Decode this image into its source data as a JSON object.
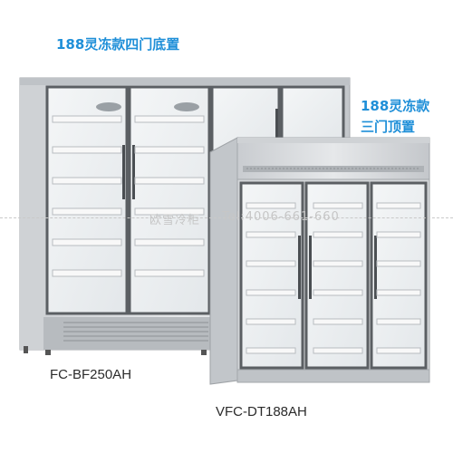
{
  "captions": {
    "bottom_mount_title": "188灵冻款四门底置",
    "top_mount_title_line1": "188灵冻款",
    "top_mount_title_line2": "三门顶置"
  },
  "models": {
    "four_door": "FC-BF250AH",
    "three_door": "VFC-DT188AH"
  },
  "watermark": {
    "brand": "欧雪冷柜",
    "phone": "Tel:4006-661-660"
  },
  "colors": {
    "caption_blue": "#1f8fd8",
    "cabinet_silver": "#d9dbdd",
    "cabinet_dark": "#9a9ea3",
    "glass": "#eef1f3",
    "shelf": "#f7f7f7"
  }
}
